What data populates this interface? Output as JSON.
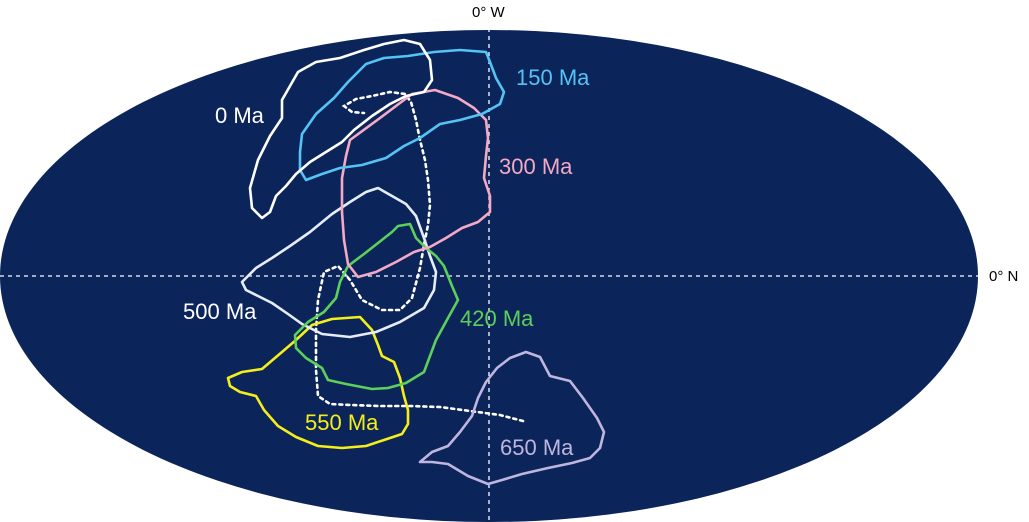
{
  "axes": {
    "meridian_label": "0° W",
    "equator_label": "0° N"
  },
  "colors": {
    "ocean": "#0b2459",
    "graticule": "#ffffff"
  },
  "outlines": [
    {
      "label": "0 Ma",
      "color": "#ffffff"
    },
    {
      "label": "150 Ma",
      "color": "#55c3f5"
    },
    {
      "label": "300 Ma",
      "color": "#f4a9c6"
    },
    {
      "label": "420 Ma",
      "color": "#5cd05a"
    },
    {
      "label": "500 Ma",
      "color": "#e6ecf8"
    },
    {
      "label": "550 Ma",
      "color": "#f5ee1a"
    },
    {
      "label": "650 Ma",
      "color": "#bfb6df"
    }
  ]
}
